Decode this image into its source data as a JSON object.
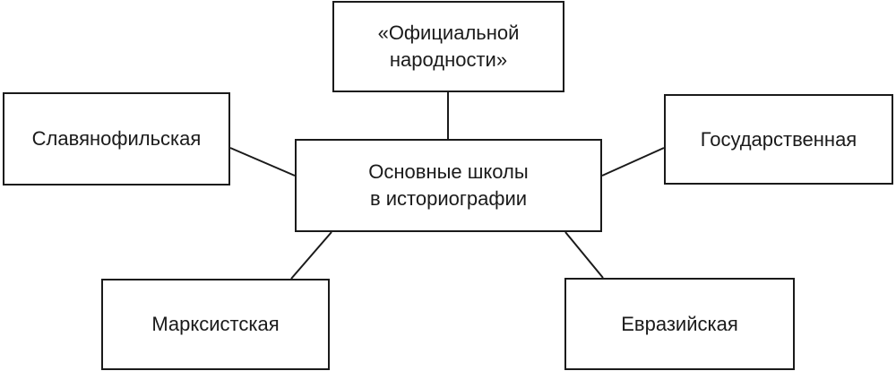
{
  "diagram": {
    "center": {
      "line1": "Основные школы",
      "line2": "в историографии"
    },
    "top": {
      "line1": "«Официальной",
      "line2": "народности»"
    },
    "left": {
      "label": "Славянофильская"
    },
    "right": {
      "label": "Государственная"
    },
    "bottom_left": {
      "label": "Марксистская"
    },
    "bottom_right": {
      "label": "Евразийская"
    }
  },
  "colors": {
    "stroke": "#1a1a1a",
    "background": "#ffffff"
  }
}
